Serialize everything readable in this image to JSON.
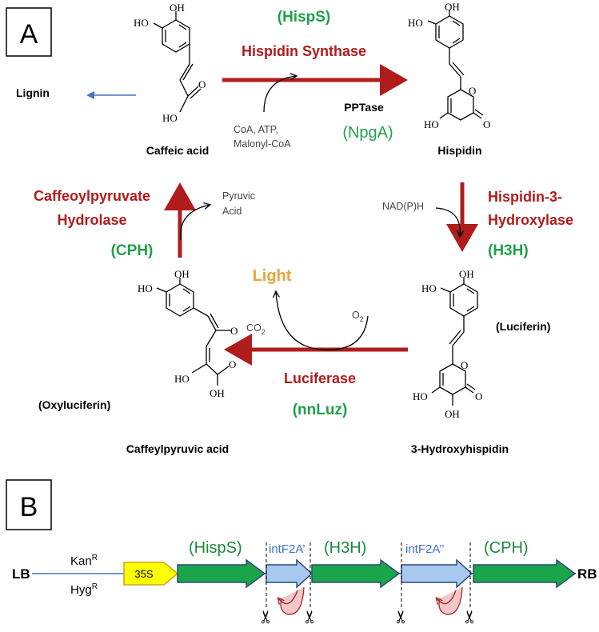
{
  "panels": {
    "a": "A",
    "b": "B"
  },
  "pathway": {
    "caffeic_acid": "Caffeic acid",
    "lignin": "Lignin",
    "hisps": "(HispS)",
    "hispidin_synthase": "Hispidin Synthase",
    "cofactors": [
      "CoA, ATP,",
      "Malonyl-CoA"
    ],
    "pptase": "PPTase",
    "npga": "(NpgA)",
    "hispidin": "Hispidin",
    "nadph": "NAD(P)H",
    "h3_lines": [
      "Hispidin-3-",
      "Hydroxylase"
    ],
    "h3h": "(H3H)",
    "luciferin": "(Luciferin)",
    "hydroxyhispidin": "3-Hydroxyhispidin",
    "light": "Light",
    "co2": "CO",
    "co2_sub": "2",
    "o2": "O",
    "o2_sub": "2",
    "luciferase": "Luciferase",
    "nnluz": "(nnLuz)",
    "oxyluciferin": "(Oxyluciferin)",
    "caffeylpyruvic": "Caffeylpyruvic acid",
    "cph_lines": [
      "Caffeoylpyruvate",
      "Hydrolase"
    ],
    "cph": "(CPH)",
    "pyruvic": [
      "Pyruvic",
      "Acid"
    ]
  },
  "chem_labels": {
    "ho": "HO",
    "oh": "OH",
    "o": "O"
  },
  "construct": {
    "lb": "LB",
    "rb": "RB",
    "kan": "Kan",
    "kan_sup": "R",
    "hyg": "Hyg",
    "hyg_sup": "R",
    "promoter": "35S",
    "genes": [
      "(HispS)",
      "(H3H)",
      "(CPH)"
    ],
    "linkers": [
      "intF2A’",
      "intF2A’’"
    ],
    "scissors": "✂"
  },
  "colors": {
    "enzyme_red": "#b01c1c",
    "enzyme_green": "#20a04a",
    "light_orange": "#e8a33a",
    "lignin_blue": "#4472c4",
    "gene_green": "#1aa54a",
    "linker_blue": "#a9c8ee",
    "promoter_yellow": "#ffff00"
  }
}
